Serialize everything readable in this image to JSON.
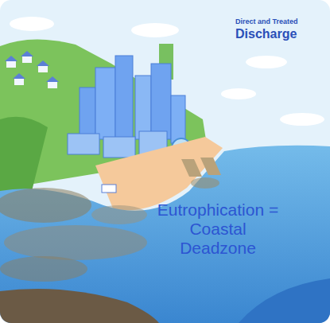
{
  "diagram": {
    "labels": [
      "Direct and Treated",
      "Discharge",
      "Eutrophication = Coastal Deadzone"
    ]
  }
}
